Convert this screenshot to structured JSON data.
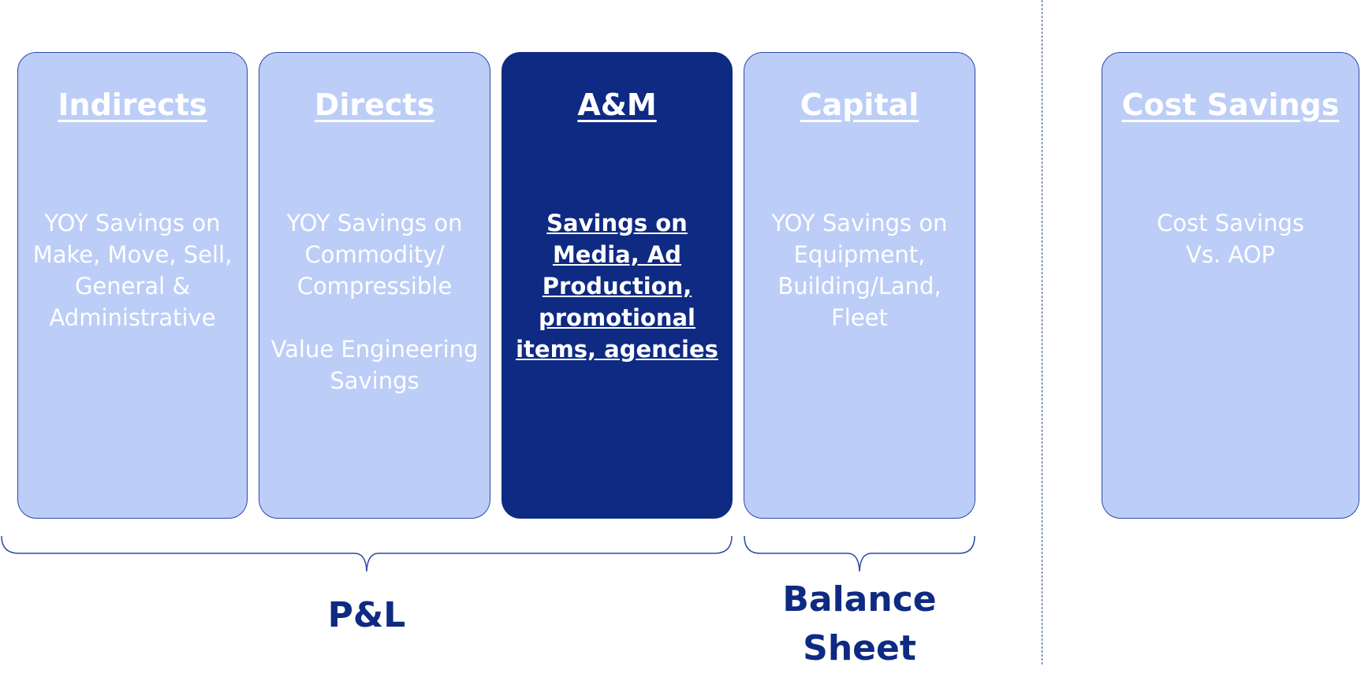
{
  "cards": [
    {
      "title": "Indirects",
      "body": "YOY Savings on Make, Move, Sell, General & Administrative"
    },
    {
      "title": "Directs",
      "body": "YOY Savings on Commodity/ Compressible\n\nValue Engineering Savings"
    },
    {
      "title": "A&M",
      "body": "Savings on Media, Ad Production, promotional items, agencies"
    },
    {
      "title": "Capital",
      "body": "YOY Savings on Equipment, Building/Land, Fleet"
    },
    {
      "title": "Cost Savings",
      "body": "Cost Savings\nVs. AOP"
    }
  ],
  "groups": {
    "pl": "P&L",
    "balance": "Balance\nSheet"
  },
  "colors": {
    "card": "#bccdf7",
    "highlight": "#0e2a82",
    "border": "#2b4aa8"
  }
}
